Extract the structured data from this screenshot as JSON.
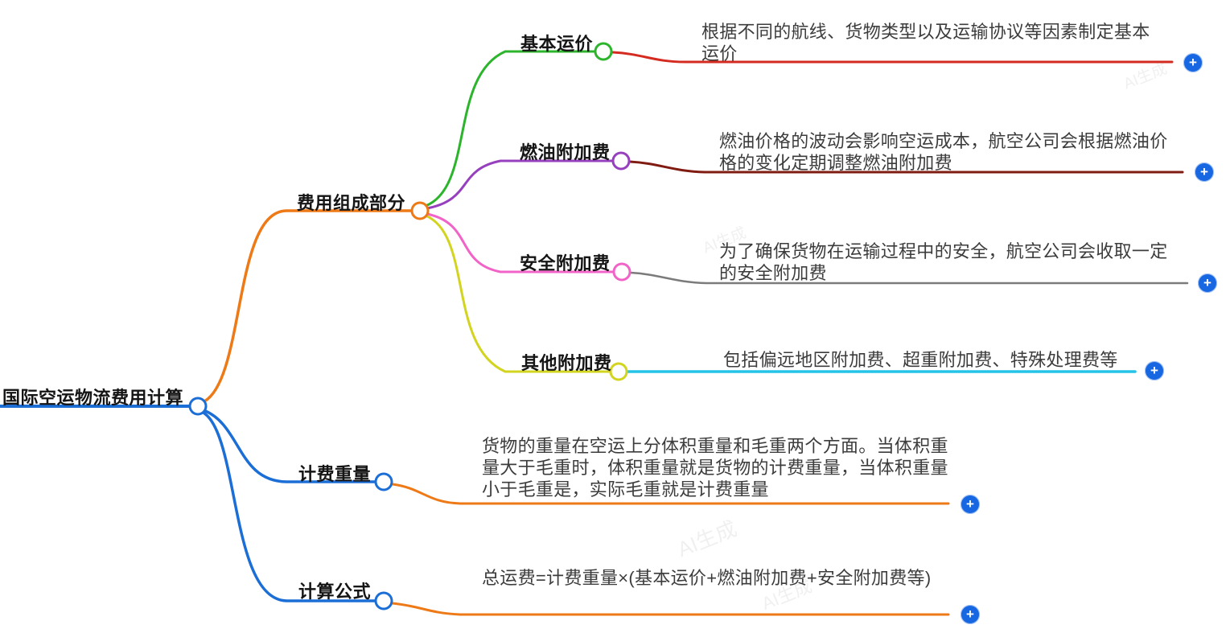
{
  "title": "国际空运物流费用计算",
  "ui": {
    "plus_glyph": "+",
    "plus_color": "#1766e2",
    "background_color": "#ffffff",
    "watermark": "AI生成"
  },
  "root": {
    "label": "国际空运物流费用计算",
    "color": "#1b6ed6"
  },
  "branches": [
    {
      "label": "费用组成部分",
      "color": "#ee7a17",
      "children": [
        {
          "label": "基本运价",
          "color": "#2cb42c",
          "desc": "根据不同的航线、货物类型以及运输协议等因素制定基本运价",
          "desc_line_color": "#d42a20"
        },
        {
          "label": "燃油附加费",
          "color": "#9640be",
          "desc": "燃油价格的波动会影响空运成本，航空公司会根据燃油价格的变化定期调整燃油附加费",
          "desc_line_color": "#801b12"
        },
        {
          "label": "安全附加费",
          "color": "#f263c8",
          "desc": "为了确保货物在运输过程中的安全，航空公司会收取一定的安全附加费",
          "desc_line_color": "#7b7b7b"
        },
        {
          "label": "其他附加费",
          "color": "#d2d41f",
          "desc": "包括偏远地区附加费、超重附加费、特殊处理费等",
          "desc_line_color": "#25c3e8"
        }
      ]
    },
    {
      "label": "计费重量",
      "color": "#1b6ed6",
      "desc": "货物的重量在空运上分体积重量和毛重两个方面。当体积重量大于毛重时，体积重量就是货物的计费重量，当体积重量小于毛重是，实际毛重就是计费重量",
      "desc_line_color": "#ee7a17"
    },
    {
      "label": "计算公式",
      "color": "#1b6ed6",
      "desc": "总运费=计费重量×(基本运价+燃油附加费+安全附加费等)",
      "desc_line_color": "#ee7a17"
    }
  ]
}
